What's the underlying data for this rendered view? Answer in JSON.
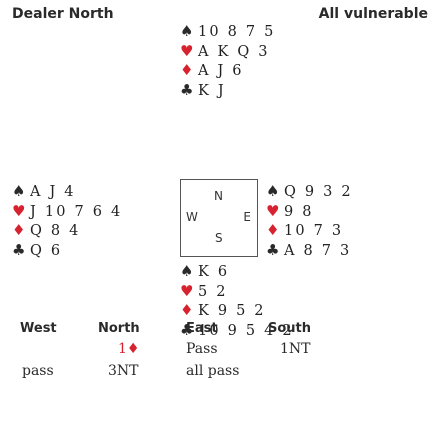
{
  "header": {
    "dealer": "Dealer North",
    "vulnerability": "All vulnerable"
  },
  "colors": {
    "red_suit": "#d7232f",
    "black_suit": "#2a2a2a"
  },
  "suits": {
    "spades": "♠",
    "hearts": "♥",
    "diamonds": "♦",
    "clubs": "♣"
  },
  "compass": {
    "north": "N",
    "west": "W",
    "east": "E",
    "south": "S"
  },
  "hands": {
    "north": {
      "spades": "10 8 7 5",
      "hearts": "A K Q 3",
      "diamonds": "A J 6",
      "clubs": "K J"
    },
    "west": {
      "spades": "A J 4",
      "hearts": "J 10 7 6 4",
      "diamonds": "Q 8 4",
      "clubs": "Q 6"
    },
    "east": {
      "spades": "Q 9 3 2",
      "hearts": "9 8",
      "diamonds": "10 7 3",
      "clubs": "A 8 7 3"
    },
    "south": {
      "spades": "K 6",
      "hearts": "5 2",
      "diamonds": "K 9 5 2",
      "clubs": "10 9 5 4 2"
    }
  },
  "bidding": {
    "headers": [
      "West",
      "North",
      "East",
      "South"
    ],
    "round1": [
      "",
      "1♦",
      "Pass",
      "1NT"
    ],
    "round2": [
      "pass",
      "3NT",
      "all pass",
      ""
    ]
  }
}
